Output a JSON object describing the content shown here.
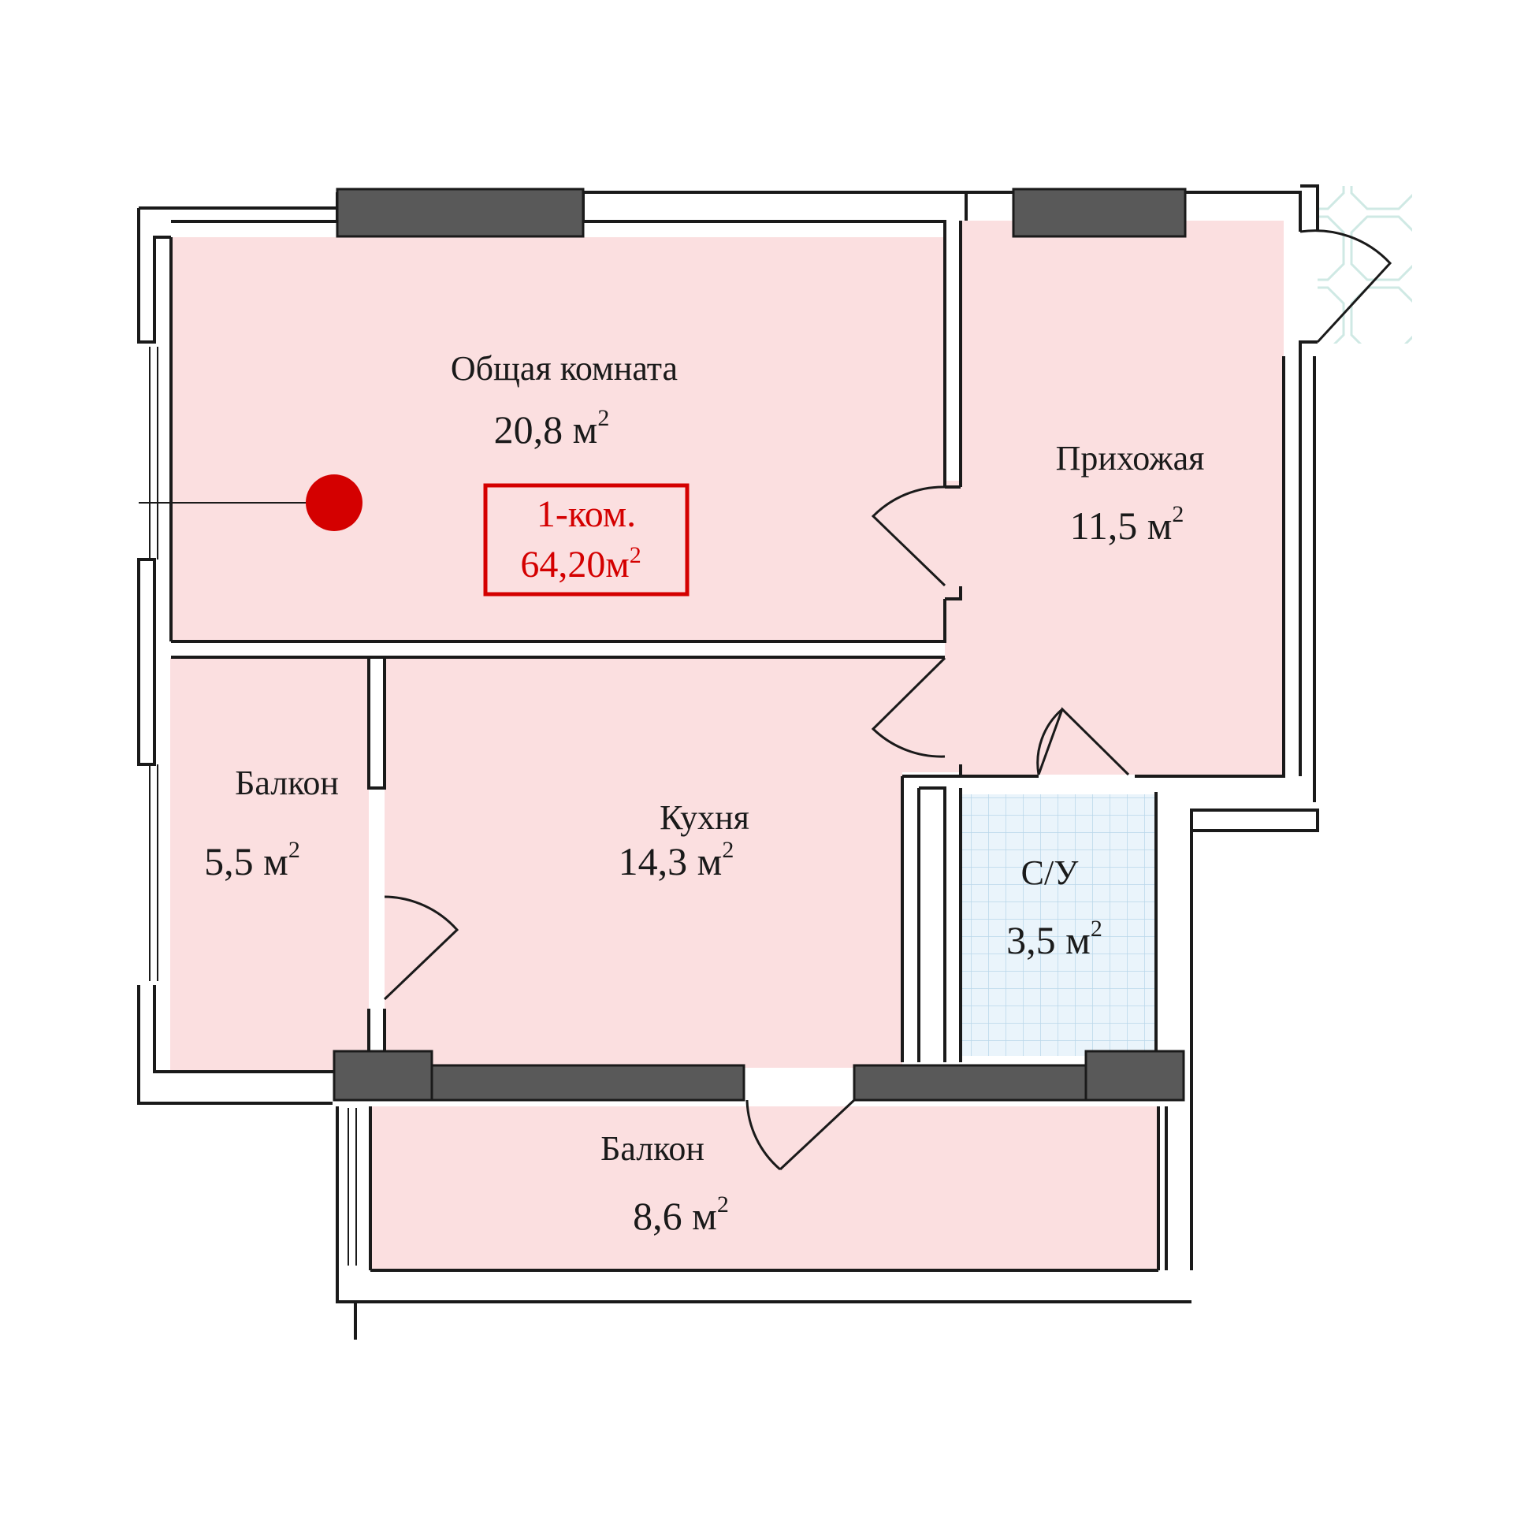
{
  "colors": {
    "room_fill": "#fbdfe0",
    "bath_fill": "#eaf4fb",
    "wall": "#1a1a1a",
    "column": "#595959",
    "accent": "#d40000"
  },
  "apartment": {
    "type_label": "1-ком.",
    "total_area": "64,20м",
    "total_unit_sup": "2"
  },
  "rooms": {
    "living": {
      "name": "Общая комната",
      "area": "20,8 м",
      "sup": "2"
    },
    "hall": {
      "name": "Прихожая",
      "area": "11,5 м",
      "sup": "2"
    },
    "balcony_small": {
      "name": "Балкон",
      "area": "5,5 м",
      "sup": "2"
    },
    "kitchen": {
      "name": "Кухня",
      "area": "14,3 м",
      "sup": "2"
    },
    "bathroom": {
      "name": "С/У",
      "area": "3,5 м",
      "sup": "2"
    },
    "balcony_large": {
      "name": "Балкон",
      "area": "8,6 м",
      "sup": "2"
    }
  },
  "markers": {
    "location_marker": "current-apartment-marker"
  }
}
